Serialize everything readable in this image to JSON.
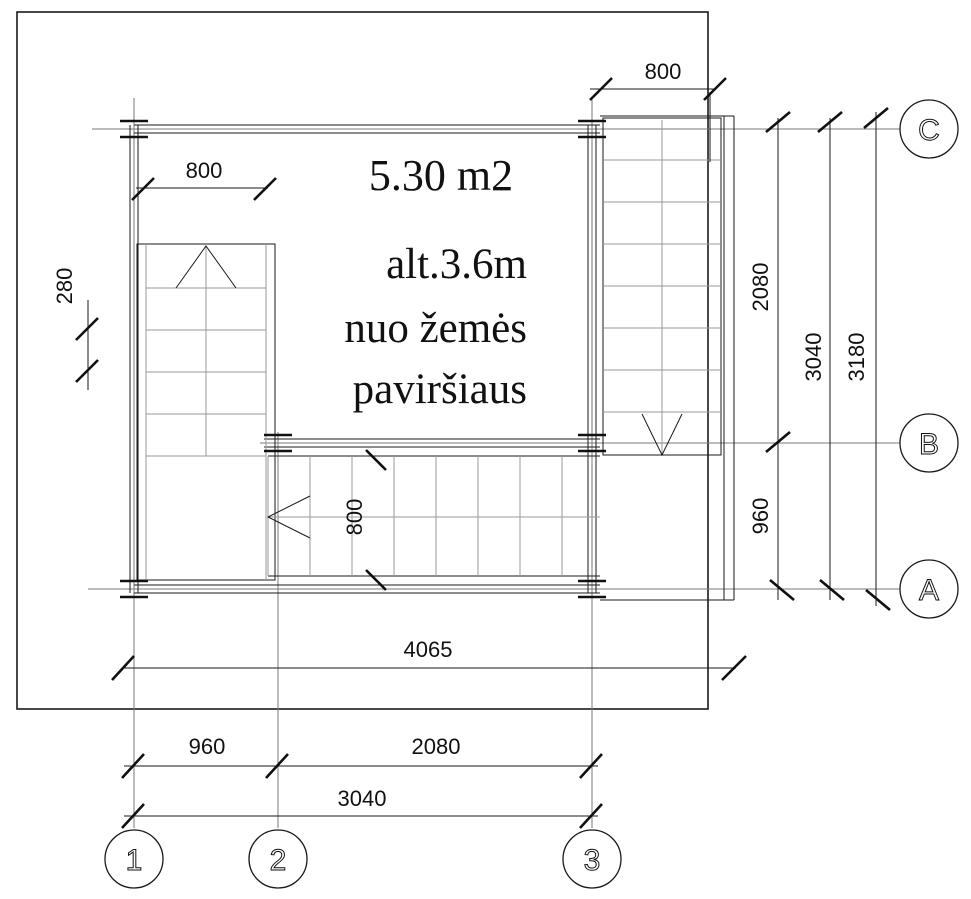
{
  "room": {
    "area": "5.30 m2",
    "altitude_line1": "alt.3.6m",
    "altitude_line2": "nuo žemės",
    "altitude_line3": "paviršiaus"
  },
  "axes": {
    "rows": [
      "C",
      "B",
      "A"
    ],
    "columns": [
      "1",
      "2",
      "3"
    ]
  },
  "dimensions": {
    "top_stair_width": "800",
    "left_stair_width": "800",
    "left_offset": "280",
    "middle_flight_width": "800",
    "right_c_to_b": "2080",
    "right_b_to_a": "960",
    "right_c_to_a": "3040",
    "right_overall": "3180",
    "overall_width": "4065",
    "col_1_to_2": "960",
    "col_2_to_3": "2080",
    "col_1_to_3": "3040"
  }
}
